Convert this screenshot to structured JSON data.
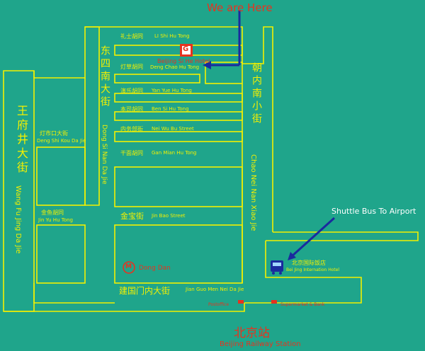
{
  "colors": {
    "background": "#1fa58b",
    "road": "#f4f000",
    "accent": "#e8321e",
    "arrow": "#1a2a9e"
  },
  "callouts": {
    "we_are_here": "We are Here",
    "shuttle": "Shuttle Bus To Airport"
  },
  "hotel": {
    "name": "Beijing Si He Hotel",
    "logo_letter": "G"
  },
  "streets": {
    "lishi_cn": "礼士胡同",
    "lishi_en": "LI Shi Hu Tong",
    "dengcao_cn": "灯草胡同",
    "dengcao_en": "Deng Chao Hu Tong",
    "yanyue_cn": "演乐胡同",
    "yanyue_en": "Yan Yue Hu Tong",
    "bensi_cn": "本司胡同",
    "bensi_en": "Ben Si Hu Tong",
    "neiwu_cn": "内务部街",
    "neiwu_en": "Nei Wu Bu Street",
    "ganmian_cn": "干面胡同",
    "ganmian_en": "Gan Mian Hu Tong",
    "jinbao_cn": "金宝街",
    "jinbao_en": "Jin Bao  Street",
    "dongsi_cn": "东四南大街",
    "dongsi_en": "Dong Si Nan Da Jie",
    "chaonei_cn": "朝内南小街",
    "chaonei_en": "Chao Nei Nan Xiao Jie",
    "wangfujing_cn": "王府井大街",
    "wangfujing_en": "Wang Fu Jing Da Jie",
    "dengshikou_cn": "灯市口大街",
    "dengshikou_en": "Deng Shi Kou Da Jie",
    "jinyu_cn": "金鱼胡同",
    "jinyu_en": "Jin Yu Hu Tong",
    "jianguomen_cn": "建国门内大街",
    "jianguomen_en": "Jian Guo Men Nei Da Jie"
  },
  "places": {
    "metro_symbol": "M",
    "dongdan": "Dong Dan",
    "intl_hotel_cn": "北京国际饭店",
    "intl_hotel_en": "Bei Jing Internation Hotel",
    "postoffice": "Postoffice",
    "supermarket": "Supermarket & Bank",
    "station_cn": "北京站",
    "station_en": "Beijing Railway Station"
  },
  "icons": [
    "hotel-logo-icon",
    "metro-icon",
    "bus-icon",
    "red-marker-icon",
    "arrow-icon"
  ]
}
